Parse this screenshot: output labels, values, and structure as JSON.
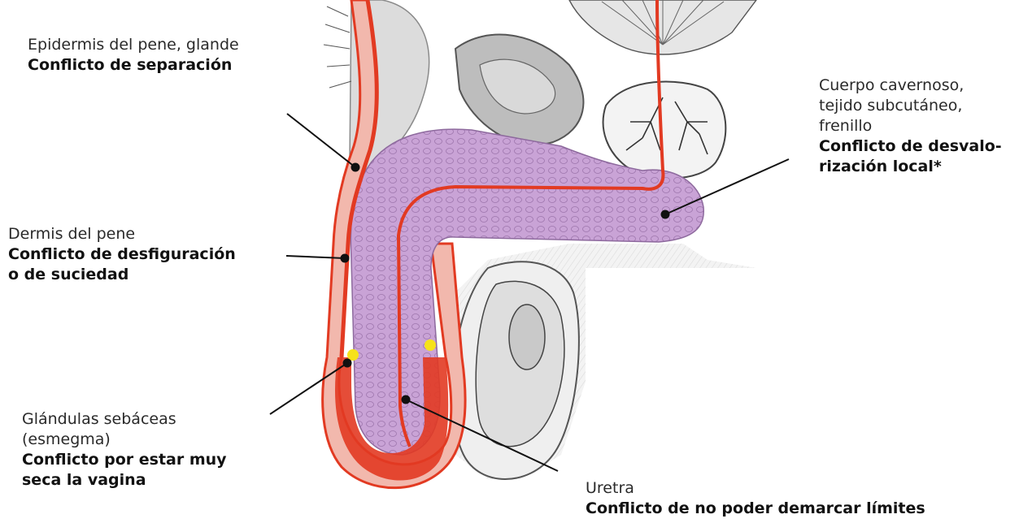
{
  "labels": {
    "epidermis": {
      "lines": [
        "Epidermis del pene, glande"
      ],
      "conflict": [
        "Conflicto de separación"
      ]
    },
    "dermis": {
      "lines": [
        "Dermis del pene"
      ],
      "conflict": [
        "Conflicto de desfiguración",
        "o de suciedad"
      ]
    },
    "sebaceous": {
      "lines": [
        "Glándulas sebáceas",
        "(esmegma)"
      ],
      "conflict": [
        "Conflicto por estar muy",
        "seca la vagina"
      ]
    },
    "cavernous": {
      "lines": [
        "Cuerpo cavernoso,",
        "tejido subcutáneo,",
        "frenillo"
      ],
      "conflict": [
        "Conflicto de desvalo-",
        "rización local*"
      ]
    },
    "urethra": {
      "lines": [
        "Uretra"
      ],
      "conflict": [
        "Conflicto de no poder demarcar límites"
      ]
    }
  },
  "colors": {
    "tissue_purple": "#c9a3d6",
    "vessel_red": "#e23a22",
    "skin_pink": "#f2b8ad",
    "marker_yellow": "#f6e21a",
    "sketch_gray": "#cfcfcf",
    "line_black": "#111111"
  }
}
